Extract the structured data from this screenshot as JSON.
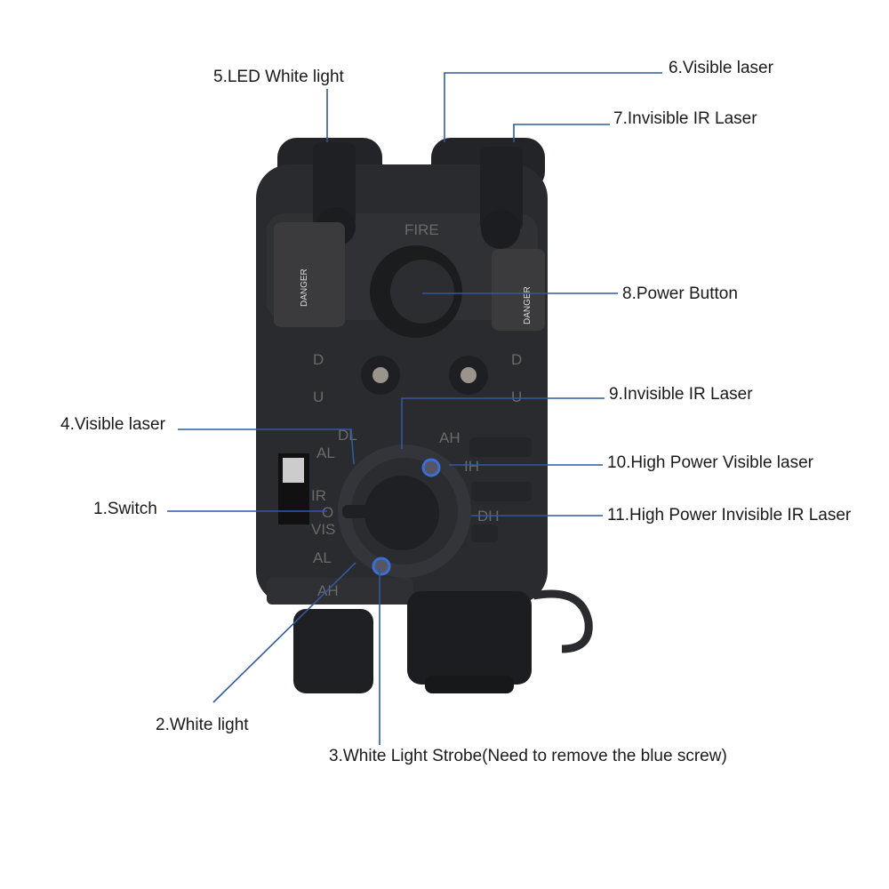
{
  "labels": {
    "l1": "1.Switch",
    "l2": "2.White light",
    "l3": "3.White Light Strobe(Need to remove the blue screw)",
    "l4": "4.Visible laser",
    "l5": "5.LED White light",
    "l6": "6.Visible laser",
    "l7": "7.Invisible IR Laser",
    "l8": "8.Power Button",
    "l9": "9.Invisible IR Laser",
    "l10": "10.High Power Visible laser",
    "l11": "11.High Power Invisible IR Laser"
  },
  "device_markings": {
    "fire": "FIRE",
    "dl": "DL",
    "al_top": "AL",
    "ah_top": "AH",
    "ih": "IH",
    "dh": "DH",
    "ir": "IR",
    "off": "O",
    "vis": "VIS",
    "al_bottom": "AL",
    "ah_bottom": "AH",
    "d_left": "D",
    "u_left": "U",
    "d_right": "D",
    "u_right": "U",
    "danger_left": "DANGER",
    "danger_right": "DANGER"
  },
  "colors": {
    "leader": "#2f5a9e",
    "body": "#2a2b2e",
    "screw": "#3a6fd8"
  }
}
